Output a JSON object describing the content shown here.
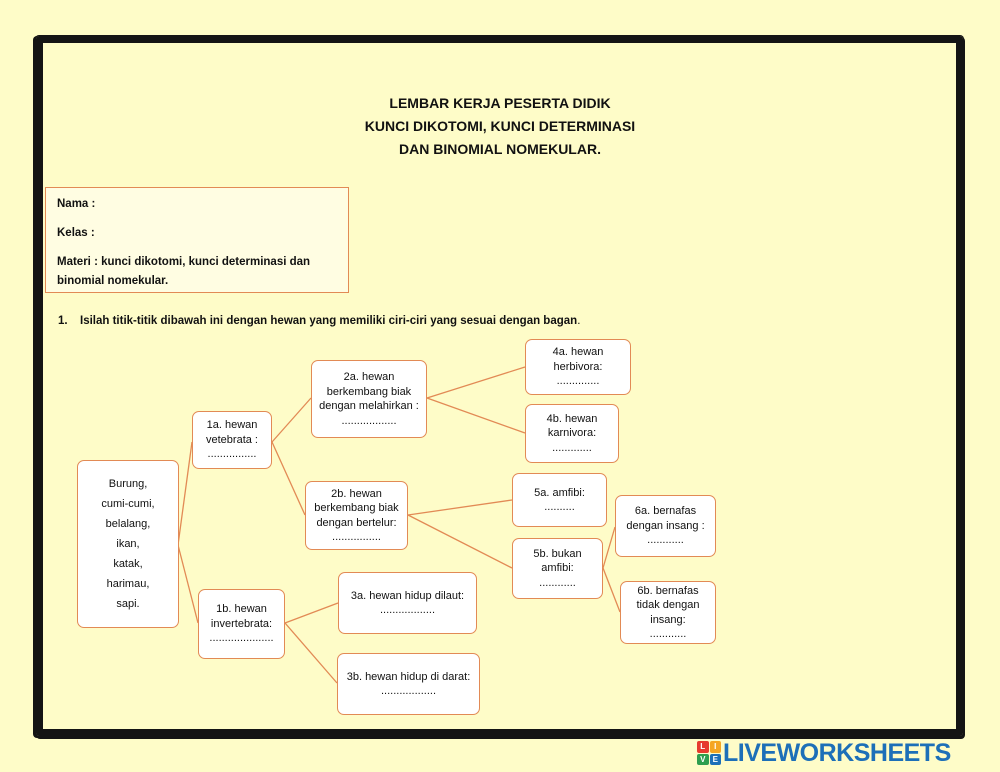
{
  "title": {
    "line1": "LEMBAR KERJA PESERTA DIDIK",
    "line2": "KUNCI DIKOTOMI, KUNCI DETERMINASI",
    "line3": "DAN BINOMIAL NOMEKULAR."
  },
  "info": {
    "nama": "Nama :",
    "kelas": "Kelas   :",
    "materi_line1": "Materi : kunci dikotomi, kunci determinasi dan",
    "materi_line2": "binomial nomekular."
  },
  "instruction": {
    "number": "1.",
    "text": "Isilah titik-titik dibawah ini dengan hewan yang memiliki ciri-ciri  yang sesuai dengan bagan",
    "end": "."
  },
  "diagram": {
    "root": [
      "Burung,",
      "cumi-cumi,",
      "belalang,",
      "ikan,",
      "katak,",
      "harimau,",
      "sapi."
    ],
    "n1a": [
      "1a. hewan",
      "vetebrata :",
      "................"
    ],
    "n1b": [
      "1b. hewan",
      "invertebrata:",
      "....................."
    ],
    "n2a": [
      "2a. hewan",
      "berkembang biak",
      "dengan melahirkan :",
      ".................."
    ],
    "n2b": [
      "2b. hewan",
      "berkembang biak",
      "dengan bertelur:",
      "................"
    ],
    "n3a": [
      "3a. hewan hidup dilaut:",
      ".................."
    ],
    "n3b": [
      "3b. hewan hidup di darat:",
      ".................."
    ],
    "n4a": [
      "4a. hewan",
      "herbivora:",
      ".............."
    ],
    "n4b": [
      "4b. hewan",
      "karnivora:",
      "............."
    ],
    "n5a": [
      "5a. amfibi:",
      ".........."
    ],
    "n5b": [
      "5b. bukan",
      "amfibi:",
      "............"
    ],
    "n6a": [
      "6a. bernafas",
      "dengan insang :",
      "............"
    ],
    "n6b": [
      "6b. bernafas",
      "tidak dengan",
      "insang:",
      "............"
    ]
  },
  "brand": {
    "logo_letters": [
      "L",
      "I",
      "V",
      "E"
    ],
    "logo_colors": [
      "#e63b2e",
      "#f5a623",
      "#2e9e4f",
      "#1d6fb8"
    ],
    "text": "LIVEWORKSHEETS",
    "color": "#1d6fb8"
  },
  "colors": {
    "background": "#fefcc8",
    "border": "#141414",
    "box_border": "#e28a55"
  }
}
